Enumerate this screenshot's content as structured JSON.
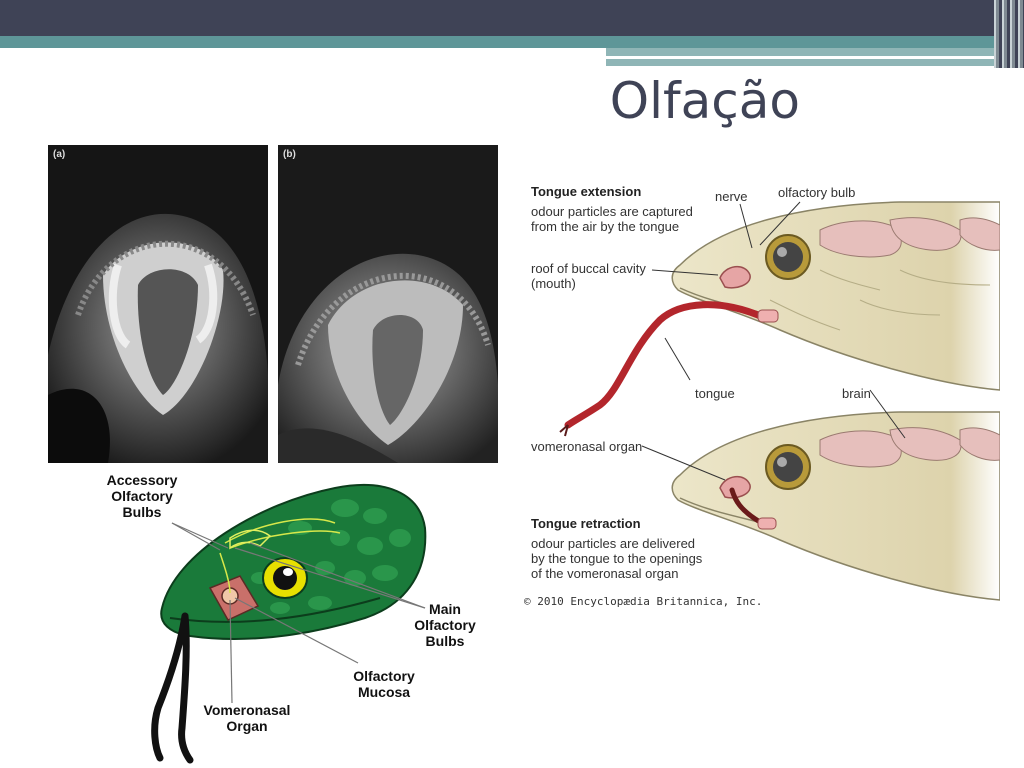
{
  "slide": {
    "title": "Olfação"
  },
  "photos": [
    {
      "tag": "(a)"
    },
    {
      "tag": "(b)"
    }
  ],
  "green_diagram": {
    "labels": [
      {
        "id": "accessory",
        "text": "Accessory\nOlfactory\nBulbs"
      },
      {
        "id": "main",
        "text": "Main\nOlfactory\nBulbs"
      },
      {
        "id": "mucosa",
        "text": "Olfactory\nMucosa"
      },
      {
        "id": "vomeronasal",
        "text": "Vomeronasal\nOrgan"
      }
    ]
  },
  "britannica_diagram": {
    "extension_title": "Tongue extension",
    "extension_text": "odour particles are captured\nfrom the air by the tongue",
    "nerve": "nerve",
    "olfactory_bulb": "olfactory bulb",
    "roof": "roof of buccal cavity\n(mouth)",
    "tongue": "tongue",
    "brain": "brain",
    "vomeronasal": "vomeronasal organ",
    "retraction_title": "Tongue retraction",
    "retraction_text": "odour particles are delivered\nby the tongue to the openings\nof the vomeronasal organ",
    "copyright": "© 2010 Encyclopædia Britannica, Inc."
  },
  "colors": {
    "header_dark": "#3f4356",
    "header_teal": "#5e9698",
    "snake_green": "#1a7a3a",
    "tongue_red": "#b3262c",
    "skin_beige": "#ece6c9"
  }
}
